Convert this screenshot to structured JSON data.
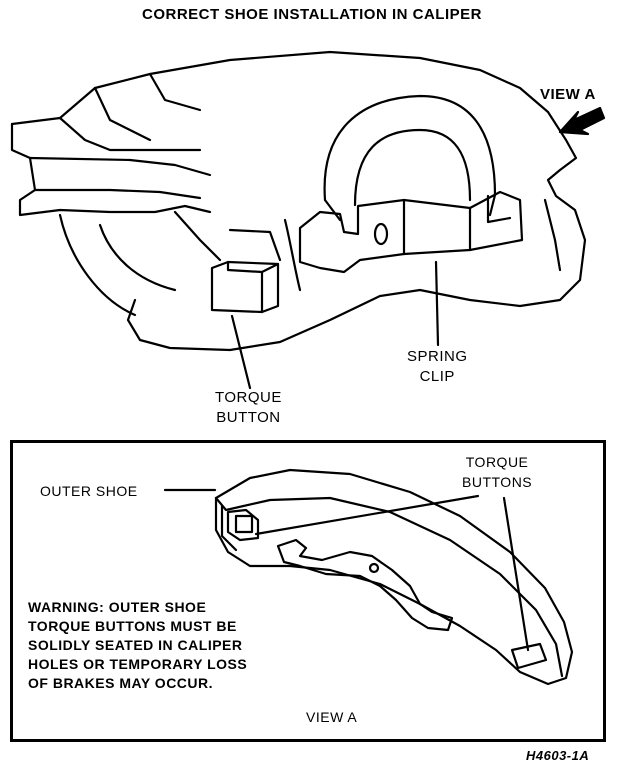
{
  "title": "CORRECT SHOE INSTALLATION IN CALIPER",
  "labels": {
    "view_a_top": "VIEW A",
    "torque_button": [
      "TORQUE",
      "BUTTON"
    ],
    "spring_clip": [
      "SPRING",
      "CLIP"
    ],
    "outer_shoe": "OUTER SHOE",
    "torque_buttons": [
      "TORQUE",
      "BUTTONS"
    ],
    "warning": "WARNING: OUTER SHOE\nTORQUE BUTTONS MUST BE\nSOLIDLY SEATED IN CALIPER\nHOLES OR TEMPORARY LOSS\nOF BRAKES MAY OCCUR.",
    "view_a_bottom": "VIEW A",
    "figure_code": "H4603-1A"
  }
}
